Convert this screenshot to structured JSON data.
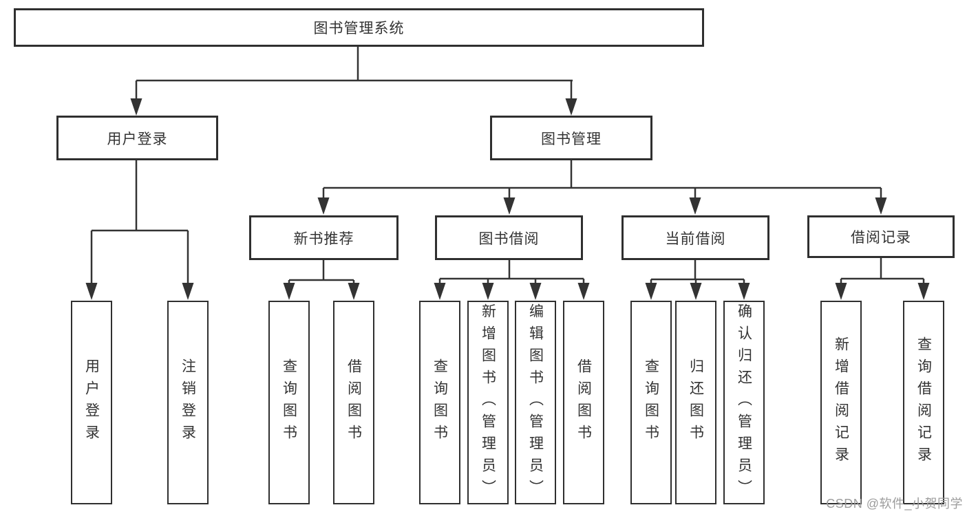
{
  "diagram": {
    "root": {
      "label": "图书管理系统"
    },
    "branches": [
      {
        "label": "用户登录",
        "children": [
          {
            "label": "用户登录"
          },
          {
            "label": "注销登录"
          }
        ]
      },
      {
        "label": "图书管理",
        "children": [
          {
            "label": "新书推荐",
            "children": [
              {
                "label": "查询图书"
              },
              {
                "label": "借阅图书"
              }
            ]
          },
          {
            "label": "图书借阅",
            "children": [
              {
                "label": "查询图书"
              },
              {
                "label": "新增图书（管理员）"
              },
              {
                "label": "编辑图书（管理员）"
              },
              {
                "label": "借阅图书"
              }
            ]
          },
          {
            "label": "当前借阅",
            "children": [
              {
                "label": "查询图书"
              },
              {
                "label": "归还图书"
              },
              {
                "label": "确认归还（管理员）"
              }
            ]
          },
          {
            "label": "借阅记录",
            "children": [
              {
                "label": "新增借阅记录"
              },
              {
                "label": "查询借阅记录"
              }
            ]
          }
        ]
      }
    ]
  },
  "watermark": {
    "text": "CSDN @软件_小贺同学"
  },
  "colors": {
    "line": "#333333",
    "box_border": "#2f2f2f",
    "box_background": "#ffffff",
    "text": "#333333",
    "watermark": "#9c9c9c",
    "background": "#ffffff"
  }
}
